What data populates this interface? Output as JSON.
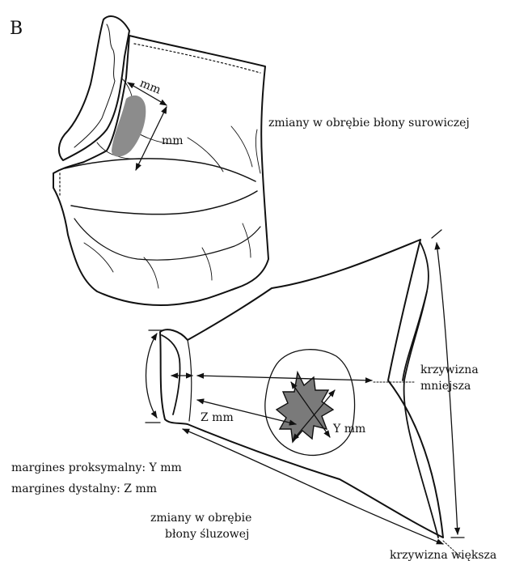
{
  "figure": {
    "panel_letter": "B",
    "labels": {
      "mm_width": "mm",
      "mm_length": "mm",
      "serosa_changes": "zmiany w obrębie błony surowiczej",
      "lesser_curvature_line1": "krzywizna",
      "lesser_curvature_line2": "mniejsza",
      "z_measure": "Z mm",
      "y_measure": "Y mm",
      "margin_proximal": "margines proksymalny: Y mm",
      "margin_distal": "margines dystalny: Z mm",
      "mucosa_changes_line1": "zmiany w obrębie",
      "mucosa_changes_line2": "błony śluzowej",
      "greater_curvature": "krzywizna większa"
    },
    "colors": {
      "ink": "#111111",
      "serosa_lesion": "#8c8c8c",
      "mucosa_tumor": "#7a7a7a"
    }
  }
}
